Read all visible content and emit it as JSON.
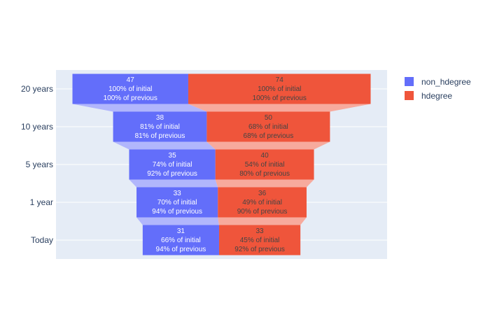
{
  "chart_data": {
    "type": "funnel",
    "categories": [
      "20 years",
      "10 years",
      "5 years",
      "1 year",
      "Today"
    ],
    "series": [
      {
        "name": "non_hdegree",
        "color": "#636efa",
        "connector_color": "#b1b6fc",
        "text_color": "#ffffff",
        "values": [
          47,
          38,
          35,
          33,
          31
        ],
        "pct_initial": [
          "100% of initial",
          "81% of initial",
          "74% of initial",
          "70% of initial",
          "66% of initial"
        ],
        "pct_previous": [
          "100% of previous",
          "81% of previous",
          "92% of previous",
          "94% of previous",
          "94% of previous"
        ]
      },
      {
        "name": "hdegree",
        "color": "#ef553b",
        "connector_color": "#f7aa9d",
        "text_color": "#444444",
        "values": [
          74,
          50,
          40,
          36,
          33
        ],
        "pct_initial": [
          "100% of initial",
          "68% of initial",
          "54% of initial",
          "49% of initial",
          "45% of initial"
        ],
        "pct_previous": [
          "100% of previous",
          "68% of previous",
          "80% of previous",
          "90% of previous",
          "92% of previous"
        ]
      }
    ],
    "stacked": true,
    "legend_position": "top-right",
    "grid": true,
    "plot_bgcolor": "#e5ecf6"
  }
}
